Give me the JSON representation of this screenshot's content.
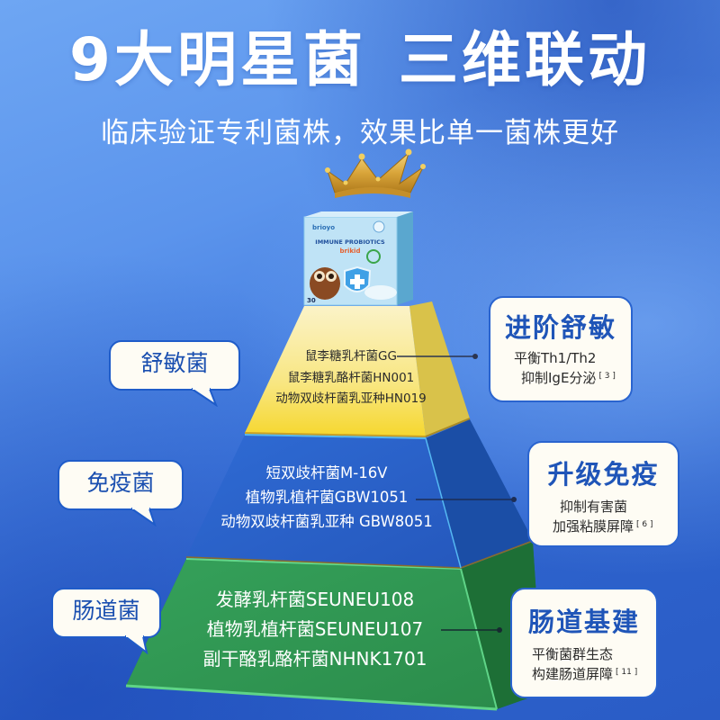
{
  "header": {
    "title_part1": "9大明星菌",
    "title_part2": "三维联动",
    "subtitle": "临床验证专利菌株，效果比单一菌株更好"
  },
  "product": {
    "brand": "brioyo",
    "name": "IMMUNE PROBIOTICS",
    "sub_brand": "brikid",
    "count": "30",
    "icon": "crown-icon"
  },
  "pyramid": {
    "tiers": [
      {
        "id": "top",
        "color": "#f7dd58",
        "strains": [
          "鼠李糖乳杆菌GG",
          "鼠李糖乳酪杆菌HN001",
          "动物双歧杆菌乳亚种HN019"
        ]
      },
      {
        "id": "middle",
        "color": "#2d67cf",
        "strains": [
          "短双歧杆菌M-16V",
          "植物乳植杆菌GBW1051",
          "动物双歧杆菌乳亚种 GBW8051"
        ]
      },
      {
        "id": "bottom",
        "color": "#2f9a52",
        "strains": [
          "发酵乳杆菌SEUNEU108",
          "植物乳植杆菌SEUNEU107",
          "副干酪乳酪杆菌NHNK1701"
        ]
      }
    ]
  },
  "bubbles": [
    {
      "label": "舒敏菌"
    },
    {
      "label": "免疫菌"
    },
    {
      "label": "肠道菌"
    }
  ],
  "cards": [
    {
      "title": "进阶舒敏",
      "lines": [
        "平衡Th1/Th2",
        "抑制IgE分泌"
      ],
      "ref": "[ 3 ]"
    },
    {
      "title": "升级免疫",
      "lines": [
        "抑制有害菌",
        "加强粘膜屏障"
      ],
      "ref": "[ 6 ]"
    },
    {
      "title": "肠道基建",
      "lines": [
        "平衡菌群生态",
        "构建肠道屏障"
      ],
      "ref": "[ 11 ]"
    }
  ],
  "colors": {
    "accent_blue": "#1f55b8",
    "card_bg": "#fefcf4",
    "yellow": "#f7dd58",
    "blue_tier": "#2d67cf",
    "green_tier": "#2f9a52"
  }
}
